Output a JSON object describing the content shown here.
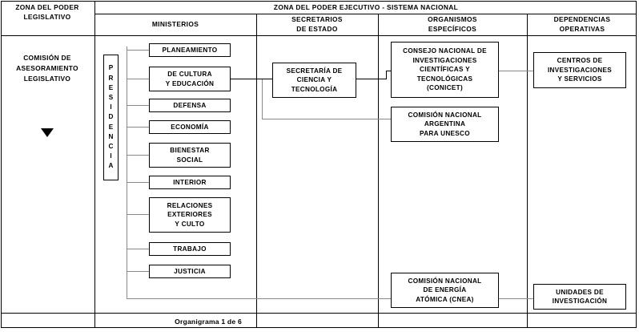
{
  "figure": {
    "caption": "Organigrama 1 de 6"
  },
  "header": {
    "left_zone": {
      "line1": "ZONA DEL PODER",
      "line2": "LEGISLATIVO"
    },
    "right_zone": "ZONA DEL PODER EJECUTIVO - SISTEMA NACIONAL",
    "columns": [
      {
        "id": "ministerios",
        "line1": "MINISTERIOS",
        "line2": ""
      },
      {
        "id": "secretarios",
        "line1": "SECRETARIOS",
        "line2": "DE ESTADO"
      },
      {
        "id": "organismos",
        "line1": "ORGANISMOS",
        "line2": "ESPECÍFICOS"
      },
      {
        "id": "dependencias",
        "line1": "DEPENDENCIAS",
        "line2": "OPERATIVAS"
      }
    ]
  },
  "legislative": {
    "label_line1": "COMISIÓN DE",
    "label_line2": "ASESORAMIENTO",
    "label_line3": "LEGISLATIVO",
    "marker": "down-triangle"
  },
  "presidencia": {
    "label": "PRESIDENCIA",
    "letters": [
      "P",
      "R",
      "E",
      "S",
      "I",
      "D",
      "E",
      "N",
      "C",
      "I",
      "A"
    ]
  },
  "ministerios": [
    {
      "id": "planeamiento",
      "line1": "PLANEAMIENTO",
      "line2": "",
      "line3": ""
    },
    {
      "id": "cultura",
      "line1": "DE CULTURA",
      "line2": "Y EDUCACIÓN",
      "line3": ""
    },
    {
      "id": "defensa",
      "line1": "DEFENSA",
      "line2": "",
      "line3": ""
    },
    {
      "id": "economia",
      "line1": "ECONOMÍA",
      "line2": "",
      "line3": ""
    },
    {
      "id": "bienestar",
      "line1": "BIENESTAR",
      "line2": "SOCIAL",
      "line3": ""
    },
    {
      "id": "interior",
      "line1": "INTERIOR",
      "line2": "",
      "line3": ""
    },
    {
      "id": "relaciones",
      "line1": "RELACIONES",
      "line2": "EXTERIORES",
      "line3": "Y CULTO"
    },
    {
      "id": "trabajo",
      "line1": "TRABAJO",
      "line2": "",
      "line3": ""
    },
    {
      "id": "justicia",
      "line1": "JUSTICIA",
      "line2": "",
      "line3": ""
    }
  ],
  "secretarios": [
    {
      "id": "secyt",
      "line1": "SECRETARÍA DE",
      "line2": "CIENCIA Y",
      "line3": "TECNOLOGÍA"
    }
  ],
  "organismos": [
    {
      "id": "conicet",
      "line1": "CONSEJO NACIONAL DE",
      "line2": "INVESTIGACIONES",
      "line3": "CIENTÍFICAS Y",
      "line4": "TECNOLÓGICAS",
      "line5": "(CONICET)"
    },
    {
      "id": "unesco",
      "line1": "COMISIÓN NACIONAL",
      "line2": "ARGENTINA",
      "line3": "PARA UNESCO",
      "line4": "",
      "line5": ""
    },
    {
      "id": "cnea",
      "line1": "COMISIÓN NACIONAL",
      "line2": "DE ENERGÍA",
      "line3": "ATÓMICA (CNEA)",
      "line4": "",
      "line5": ""
    }
  ],
  "dependencias": [
    {
      "id": "centros",
      "line1": "CENTROS DE",
      "line2": "INVESTIGACIONES",
      "line3": "Y SERVICIOS"
    },
    {
      "id": "unidades",
      "line1": "UNIDADES DE",
      "line2": "INVESTIGACIÓN",
      "line3": ""
    }
  ],
  "colors": {
    "stroke": "#000000",
    "connector": "#8a8a8a",
    "background": "#ffffff"
  }
}
